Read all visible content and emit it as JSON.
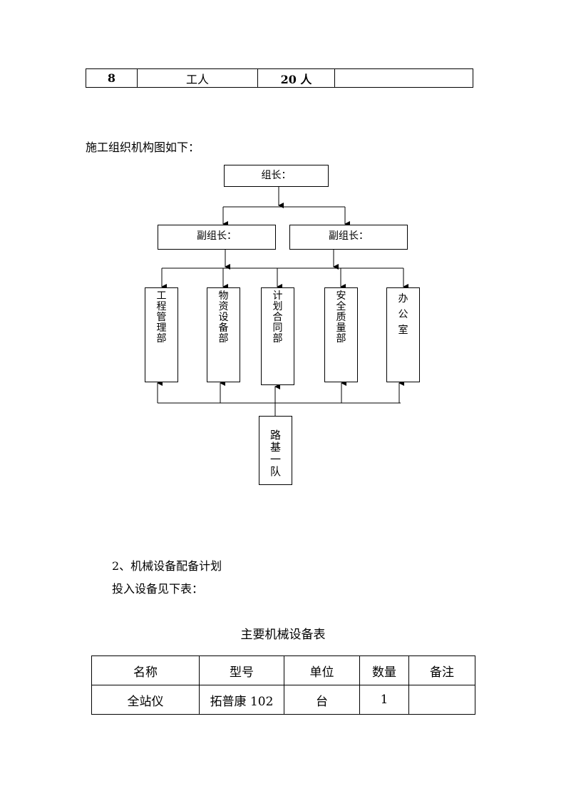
{
  "top_row": {
    "no": "8",
    "role": "工人",
    "count": "20 人",
    "note": ""
  },
  "org_intro": "施工组织机构图如下：",
  "org": {
    "leader": "组长：",
    "deputy_left": "副组长：",
    "deputy_right": "副组长：",
    "departments": [
      "工程管理部",
      "物资设备部",
      "计划合同部",
      "安全质量部",
      "办公室"
    ],
    "team": "路基一队"
  },
  "section": {
    "heading": "2、机械设备配备计划",
    "intro": "投入设备见下表："
  },
  "equipment_table": {
    "title": "主要机械设备表",
    "headers": [
      "名称",
      "型号",
      "单位",
      "数量",
      "备注"
    ],
    "rows": [
      [
        "全站仪",
        "拓普康 102",
        "台",
        "1",
        ""
      ]
    ]
  }
}
